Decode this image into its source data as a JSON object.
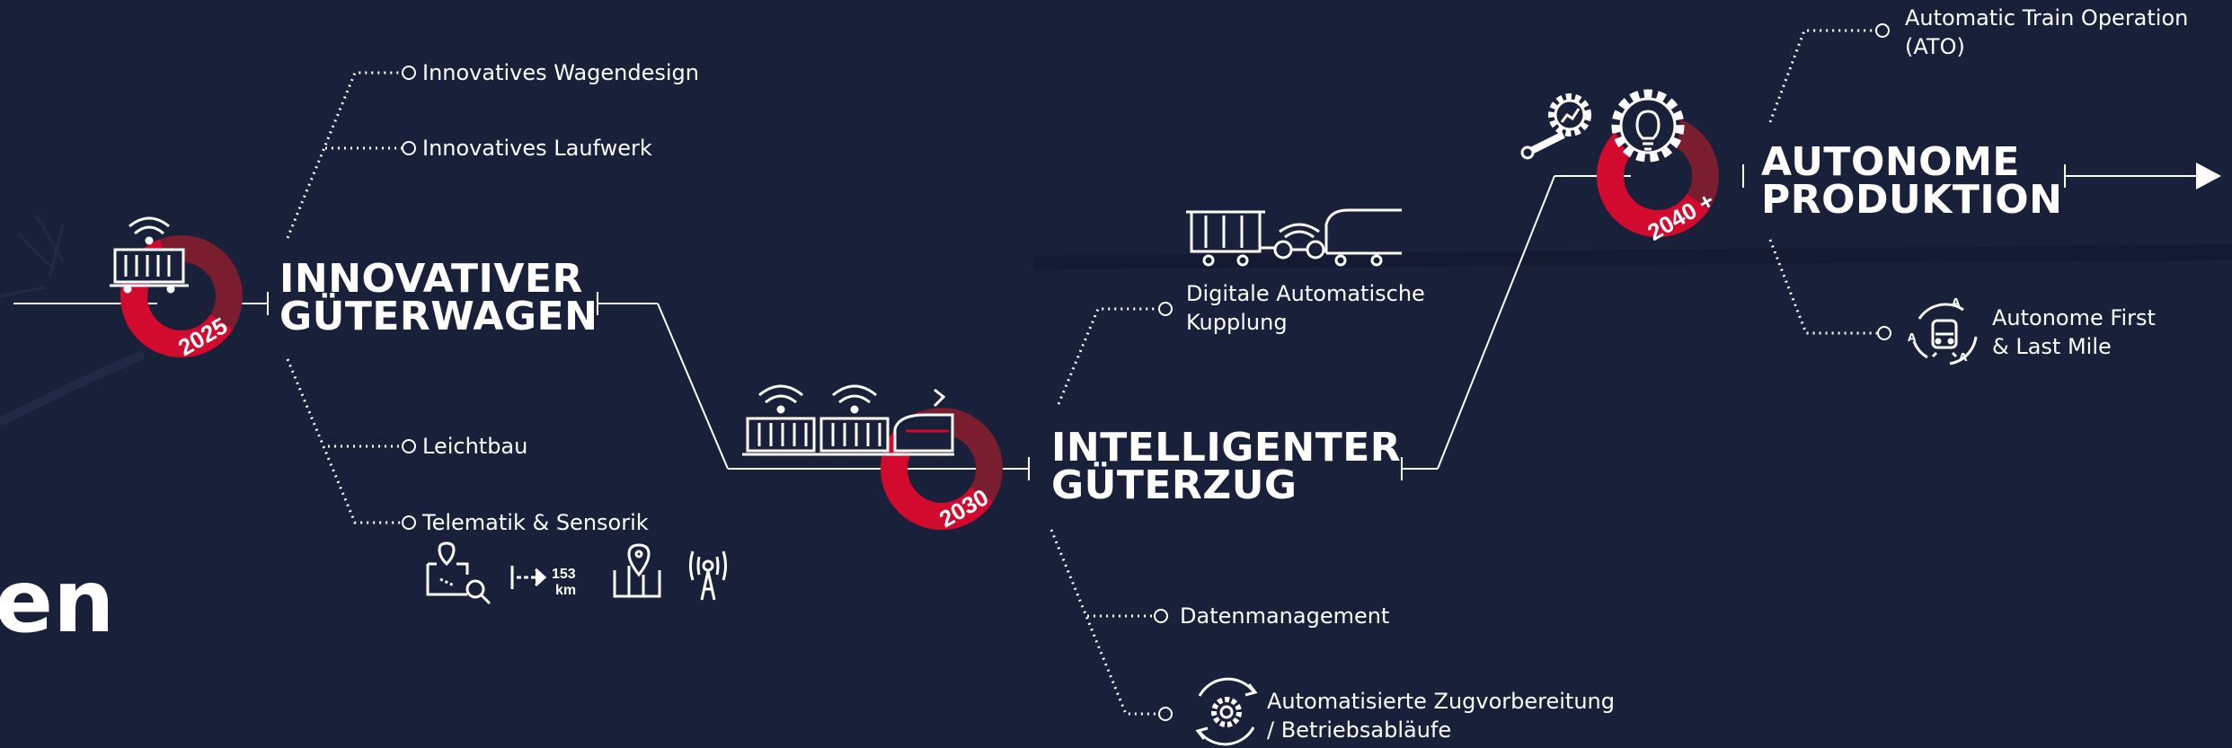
{
  "colors": {
    "background": "#19203a",
    "accent_red": "#d20a2e",
    "dark_red": "#7a1d2e",
    "white": "#ffffff"
  },
  "left_text": "en",
  "stages": [
    {
      "year": "2025",
      "title_line1": "INNOVATIVER",
      "title_line2": "GÜTERWAGEN",
      "icon": "connected-freight-wagon-icon",
      "branches": [
        "Innovatives Wagendesign",
        "Innovatives Laufwerk",
        "Leichtbau",
        "Telematik & Sensorik"
      ],
      "telematics_icons": [
        "map-search-icon",
        "distance-km-icon",
        "geo-location-icon",
        "radio-tower-icon"
      ],
      "distance_value": "153",
      "distance_unit": "km"
    },
    {
      "year": "2030",
      "title_line1": "INTELLIGENTER",
      "title_line2": "GÜTERZUG",
      "icon": "connected-freight-train-icon",
      "branches": [
        "Digitale Automatische Kupplung",
        "Datenmanagement",
        "Automatisierte Zugvorbereitung / Betriebsabläufe"
      ],
      "branch_icons": [
        "digital-coupling-icon",
        "gear-cycle-icon"
      ]
    },
    {
      "year": "2040 +",
      "title_line1": "AUTONOME",
      "title_line2": "PRODUKTION",
      "icon": "gear-lightbulb-wrench-icon",
      "branches": [
        "Automatic Train Operation (ATO)",
        "Autonome First & Last Mile"
      ],
      "branch_icons": [
        "autonomous-train-cycle-icon"
      ]
    }
  ],
  "branch_lines": {
    "dak_line1": "Digitale Automatische",
    "dak_line2": "Kupplung",
    "auto_line1": "Automatisierte Zugvorbereitung",
    "auto_line2": "/ Betriebsabläufe",
    "ato_line1": "Automatic Train Operation",
    "ato_line2": "(ATO)",
    "first_line1": "Autonome First",
    "first_line2": "& Last Mile"
  }
}
